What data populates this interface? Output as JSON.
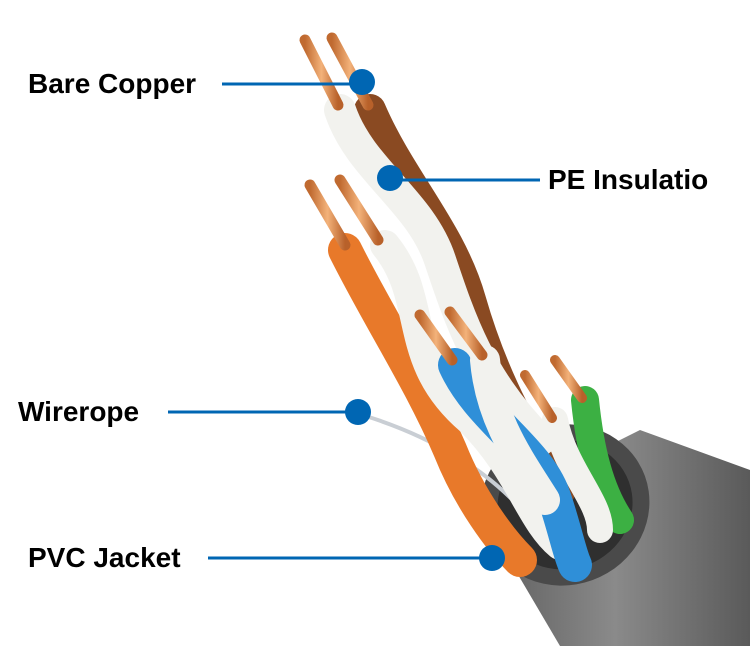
{
  "labels": {
    "bare_copper": "Bare Copper",
    "pe_insulation": "PE Insulatio",
    "wirerope": "Wirerope",
    "pvc_jacket": "PVC Jacket"
  },
  "colors": {
    "callout": "#0066B3",
    "jacket": "#6e6e6e",
    "copper": "#d98a4e",
    "brown": "#8a4a22",
    "orange": "#e8792a",
    "blue": "#2f8fd8",
    "green": "#3cb043",
    "white_wire": "#f2f2ee"
  }
}
